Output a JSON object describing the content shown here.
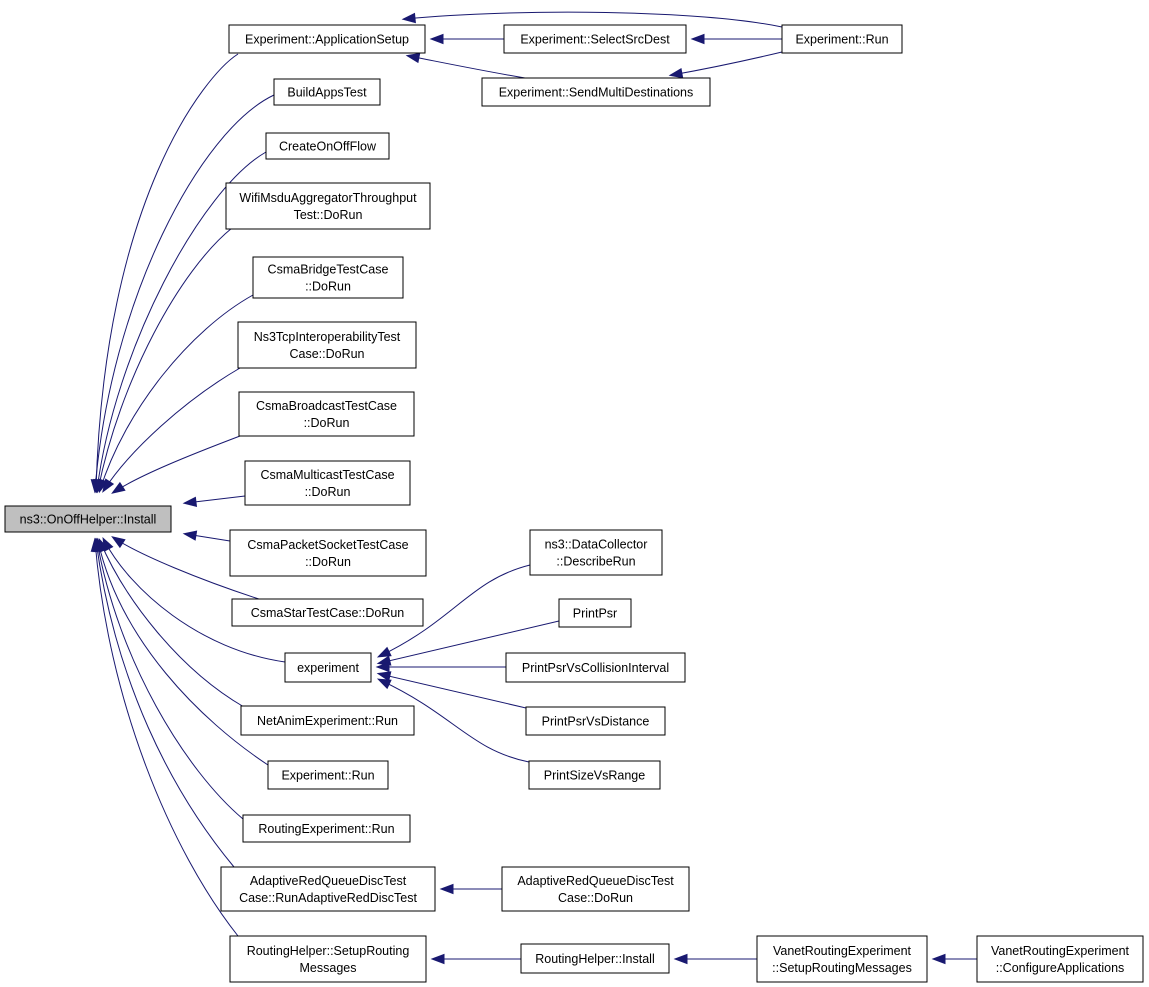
{
  "diagram": {
    "type": "call-graph",
    "nodes": [
      {
        "id": "root",
        "lines": [
          "ns3::OnOffHelper::Install"
        ],
        "root": true
      },
      {
        "id": "appsetup",
        "lines": [
          "Experiment::ApplicationSetup"
        ]
      },
      {
        "id": "buildapps",
        "lines": [
          "BuildAppsTest"
        ]
      },
      {
        "id": "onoffflow",
        "lines": [
          "CreateOnOffFlow"
        ]
      },
      {
        "id": "wifimsdu",
        "lines": [
          "WifiMsduAggregatorThroughput",
          "Test::DoRun"
        ]
      },
      {
        "id": "csmabridge",
        "lines": [
          "CsmaBridgeTestCase",
          "::DoRun"
        ]
      },
      {
        "id": "ns3tcp",
        "lines": [
          "Ns3TcpInteroperabilityTest",
          "Case::DoRun"
        ]
      },
      {
        "id": "csmabcast",
        "lines": [
          "CsmaBroadcastTestCase",
          "::DoRun"
        ]
      },
      {
        "id": "csmamcast",
        "lines": [
          "CsmaMulticastTestCase",
          "::DoRun"
        ]
      },
      {
        "id": "csmapacket",
        "lines": [
          "CsmaPacketSocketTestCase",
          "::DoRun"
        ]
      },
      {
        "id": "csmastar",
        "lines": [
          "CsmaStarTestCase::DoRun"
        ]
      },
      {
        "id": "experiment",
        "lines": [
          "experiment"
        ]
      },
      {
        "id": "netanim",
        "lines": [
          "NetAnimExperiment::Run"
        ]
      },
      {
        "id": "exprun2",
        "lines": [
          "Experiment::Run"
        ]
      },
      {
        "id": "routingexp",
        "lines": [
          "RoutingExperiment::Run"
        ]
      },
      {
        "id": "adaptivered",
        "lines": [
          "AdaptiveRedQueueDiscTest",
          "Case::RunAdaptiveRedDiscTest"
        ]
      },
      {
        "id": "routinghelper",
        "lines": [
          "RoutingHelper::SetupRouting",
          "Messages"
        ]
      },
      {
        "id": "selectsrc",
        "lines": [
          "Experiment::SelectSrcDest"
        ]
      },
      {
        "id": "sendmulti",
        "lines": [
          "Experiment::SendMultiDestinations"
        ]
      },
      {
        "id": "exprun1",
        "lines": [
          "Experiment::Run"
        ]
      },
      {
        "id": "datacollector",
        "lines": [
          "ns3::DataCollector",
          "::DescribeRun"
        ]
      },
      {
        "id": "printpsr",
        "lines": [
          "PrintPsr"
        ]
      },
      {
        "id": "printpsrci",
        "lines": [
          "PrintPsrVsCollisionInterval"
        ]
      },
      {
        "id": "printpsrdist",
        "lines": [
          "PrintPsrVsDistance"
        ]
      },
      {
        "id": "printsize",
        "lines": [
          "PrintSizeVsRange"
        ]
      },
      {
        "id": "adaptivedorun",
        "lines": [
          "AdaptiveRedQueueDiscTest",
          "Case::DoRun"
        ]
      },
      {
        "id": "rhinstall",
        "lines": [
          "RoutingHelper::Install"
        ]
      },
      {
        "id": "vanetsetup",
        "lines": [
          "VanetRoutingExperiment",
          "::SetupRoutingMessages"
        ]
      },
      {
        "id": "vanetconfig",
        "lines": [
          "VanetRoutingExperiment",
          "::ConfigureApplications"
        ]
      }
    ],
    "edges": [
      {
        "from": "appsetup",
        "to": "root"
      },
      {
        "from": "buildapps",
        "to": "root"
      },
      {
        "from": "onoffflow",
        "to": "root"
      },
      {
        "from": "wifimsdu",
        "to": "root"
      },
      {
        "from": "csmabridge",
        "to": "root"
      },
      {
        "from": "ns3tcp",
        "to": "root"
      },
      {
        "from": "csmabcast",
        "to": "root"
      },
      {
        "from": "csmamcast",
        "to": "root"
      },
      {
        "from": "csmapacket",
        "to": "root"
      },
      {
        "from": "csmastar",
        "to": "root"
      },
      {
        "from": "experiment",
        "to": "root"
      },
      {
        "from": "netanim",
        "to": "root"
      },
      {
        "from": "exprun2",
        "to": "root"
      },
      {
        "from": "routingexp",
        "to": "root"
      },
      {
        "from": "adaptivered",
        "to": "root"
      },
      {
        "from": "routinghelper",
        "to": "root"
      },
      {
        "from": "selectsrc",
        "to": "appsetup"
      },
      {
        "from": "sendmulti",
        "to": "appsetup"
      },
      {
        "from": "exprun1",
        "to": "appsetup"
      },
      {
        "from": "exprun1",
        "to": "selectsrc"
      },
      {
        "from": "exprun1",
        "to": "sendmulti"
      },
      {
        "from": "datacollector",
        "to": "experiment"
      },
      {
        "from": "printpsr",
        "to": "experiment"
      },
      {
        "from": "printpsrci",
        "to": "experiment"
      },
      {
        "from": "printpsrdist",
        "to": "experiment"
      },
      {
        "from": "printsize",
        "to": "experiment"
      },
      {
        "from": "adaptivedorun",
        "to": "adaptivered"
      },
      {
        "from": "rhinstall",
        "to": "routinghelper"
      },
      {
        "from": "vanetsetup",
        "to": "rhinstall"
      },
      {
        "from": "vanetconfig",
        "to": "vanetsetup"
      }
    ],
    "colors": {
      "edge": "#191970",
      "root_fill": "#bfbfbf",
      "node_fill": "#ffffff",
      "node_border": "#000000"
    }
  }
}
